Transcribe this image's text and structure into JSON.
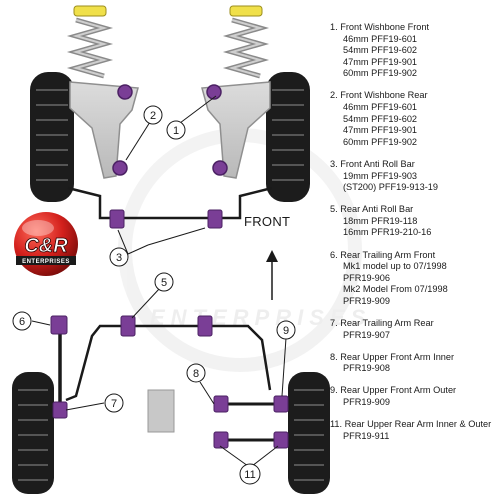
{
  "diagram": {
    "front_label": "FRONT",
    "logo": {
      "brand": "C&R",
      "sub": "ENTERPRISES",
      "watermark": "ENTERPRISES"
    },
    "callouts": [
      "1",
      "2",
      "3",
      "5",
      "6",
      "7",
      "8",
      "9",
      "11"
    ]
  },
  "parts": [
    {
      "title": "1.  Front Wishbone Front",
      "codes": [
        "46mm PFF19-601",
        "54mm PFF19-602",
        "47mm PFF19-901",
        "60mm PFF19-902"
      ]
    },
    {
      "title": "2.  Front Wishbone Rear",
      "codes": [
        "46mm PFF19-601",
        "54mm PFF19-602",
        "47mm PFF19-901",
        "60mm PFF19-902"
      ]
    },
    {
      "title": "3.  Front Anti Roll Bar",
      "codes": [
        "19mm PFF19-903",
        "(ST200) PFF19-913-19"
      ]
    },
    {
      "title": "5.  Rear Anti Roll Bar",
      "codes": [
        "18mm PFR19-118",
        "16mm PFR19-210-16"
      ]
    },
    {
      "title": "6.  Rear Trailing Arm Front",
      "codes": [
        "Mk1 model up to 07/1998",
        "PFR19-906",
        "Mk2 Model From 07/1998",
        "PFR19-909"
      ]
    },
    {
      "title": "7.  Rear Trailing Arm Rear",
      "codes": [
        "PFR19-907"
      ]
    },
    {
      "title": "8.  Rear Upper Front Arm Inner",
      "codes": [
        "PFR19-908"
      ]
    },
    {
      "title": "9.  Rear Upper Front Arm Outer",
      "codes": [
        "PFR19-909"
      ]
    },
    {
      "title": "11. Rear Upper Rear Arm Inner & Outer",
      "codes": [
        "PFR19-911"
      ]
    }
  ],
  "colors": {
    "bush": "#7a3e96",
    "bush_dark": "#4b2163",
    "tyre": "#1c1c1c",
    "arm": "#c9c9c9",
    "spring": "#8a8a8a",
    "mount": "#f0e04a",
    "logo_red": "#d3201c"
  }
}
